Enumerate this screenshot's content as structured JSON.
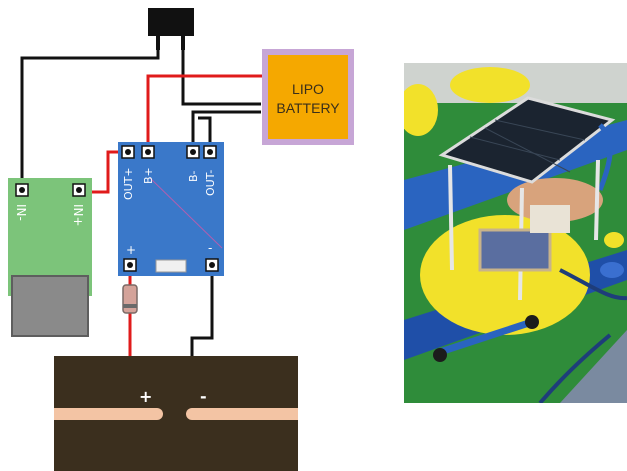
{
  "battery": {
    "line1": "LIPO",
    "line2": "BATTERY",
    "fill": "#f5a800",
    "border": "#c7a6d6"
  },
  "charger": {
    "fill": "#3a78c9",
    "pins": {
      "out_plus": "OUT+",
      "b_plus": "B+",
      "b_minus": "B-",
      "out_minus": "OUT-",
      "in_plus": "+",
      "in_minus": "-"
    }
  },
  "usb_board": {
    "fill": "#7cc47a",
    "pins": {
      "in_minus": "IN-",
      "in_plus": "IN+"
    }
  },
  "solar_panel": {
    "fill": "#3b2f1e",
    "plus": "+",
    "minus": "-"
  },
  "colors": {
    "red_wire": "#e01b1b",
    "black_wire": "#111111",
    "trace": "#f3c4a4"
  },
  "photo": {
    "icon": "solar-prototype-photo"
  }
}
